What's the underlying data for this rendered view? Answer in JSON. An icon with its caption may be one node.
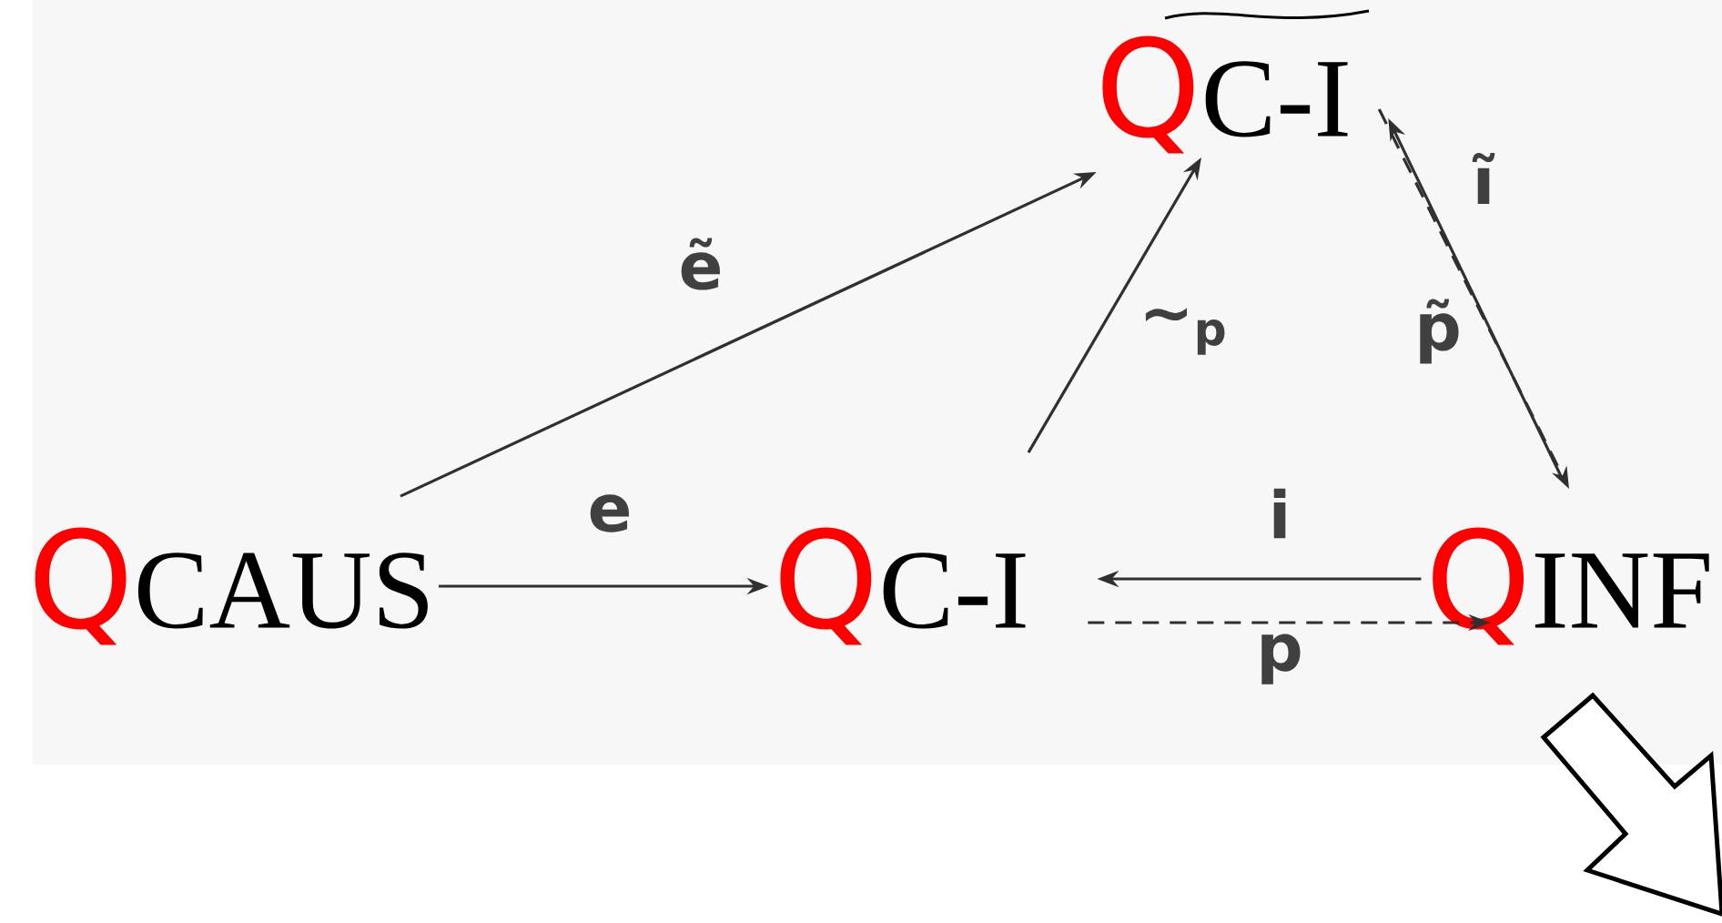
{
  "diagram": {
    "nodes": [
      {
        "text": [
          "Q",
          "CAUS"
        ]
      },
      {
        "text": [
          "Q",
          "C-I"
        ]
      },
      {
        "text": [
          "Q",
          "C-I"
        ]
      },
      {
        "text": [
          "Q",
          "INF"
        ]
      }
    ],
    "edges": [
      {
        "from": 0,
        "to": 2,
        "arrow": "to",
        "label": "ẽ"
      },
      {
        "from": 0,
        "to": 1,
        "arrow": "to",
        "label": "e"
      },
      {
        "from": 1,
        "to": 2,
        "arrow": "to",
        "label": "∼$_{p}$"
      },
      {
        "from": 3,
        "to": 1,
        "arrow": "to",
        "label": "i"
      },
      {
        "from": 1,
        "to": 3,
        "arrow": "to",
        "label": "p",
        "style": "dashed"
      },
      {
        "from": 3,
        "to": 2,
        "arrow": "to",
        "label": "ĩ"
      },
      {
        "from": 2,
        "to": 3,
        "arrow": "to",
        "label": "p̃",
        "style": "dashed"
      }
    ]
  }
}
